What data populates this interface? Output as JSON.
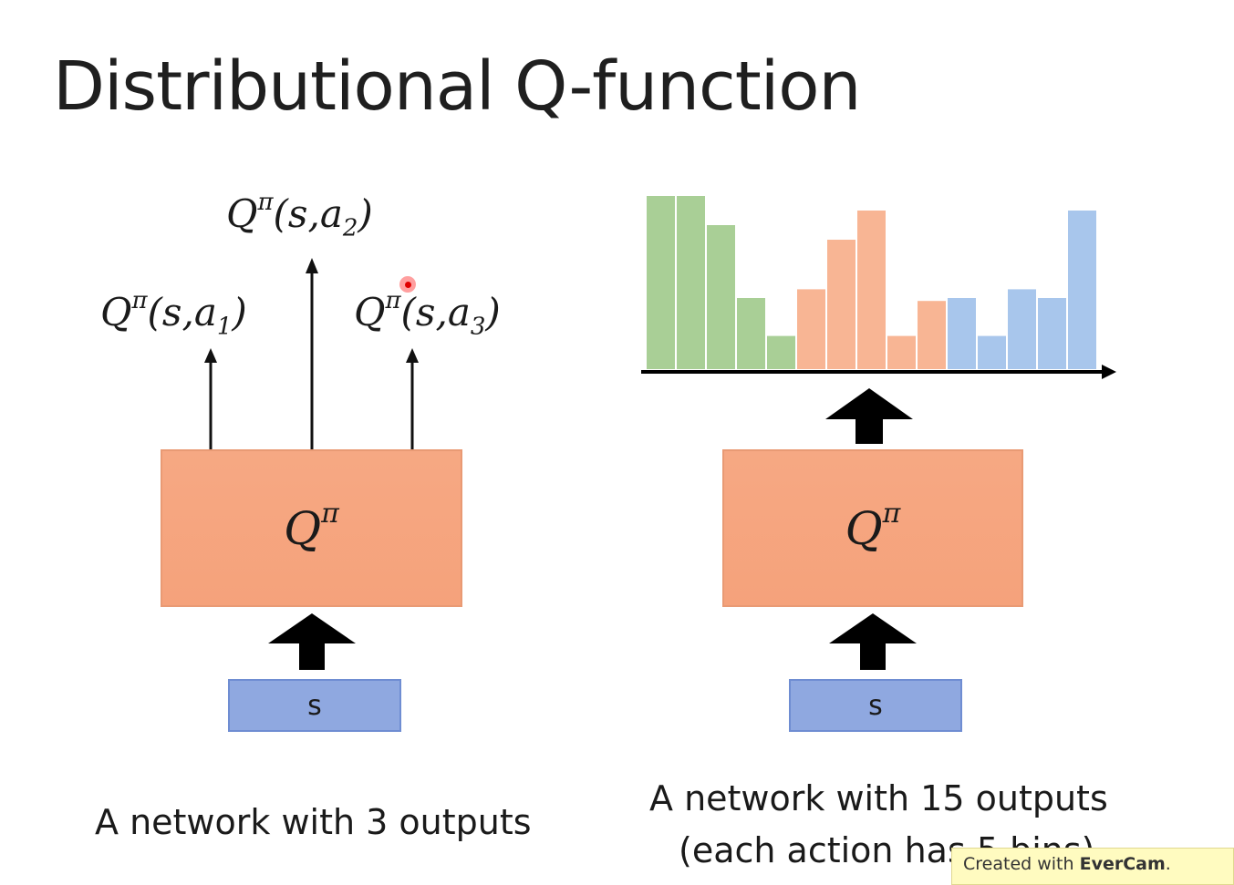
{
  "title": "Distributional Q-function",
  "left": {
    "outputs": [
      {
        "label": "Q",
        "sup": "π",
        "args": "(s,",
        "action": "a",
        "sub": "1",
        "close": ")"
      },
      {
        "label": "Q",
        "sup": "π",
        "args": "(s,",
        "action": "a",
        "sub": "2",
        "close": ")"
      },
      {
        "label": "Q",
        "sup": "π",
        "args": "(s,",
        "action": "a",
        "sub": "3",
        "close": ")"
      }
    ],
    "network_label": "Q",
    "network_sup": "π",
    "input_label": "s",
    "caption": "A network with 3 outputs"
  },
  "right": {
    "network_label": "Q",
    "network_sup": "π",
    "input_label": "s",
    "caption_line1": "A network with 15 outputs",
    "caption_line2": "(each action has 5 bins)"
  },
  "colors": {
    "action1": "#a9cf96",
    "action2": "#f8b594",
    "action3": "#a8c6ec",
    "network": "#f5a57e",
    "input": "#8fa8e0"
  },
  "chart_data": {
    "type": "bar",
    "title": "",
    "xlabel": "",
    "ylabel": "",
    "ylim": [
      0,
      6
    ],
    "series": [
      {
        "values": [
          6,
          6,
          5,
          2.5,
          1.2
        ]
      },
      {
        "values": [
          2.8,
          4.5,
          5.5,
          1.2,
          2.4
        ]
      },
      {
        "values": [
          2.5,
          1.2,
          2.8,
          2.5,
          5.5
        ]
      }
    ]
  },
  "watermark": {
    "prefix": "Created with ",
    "brand": "EverCam",
    "suffix": "."
  }
}
